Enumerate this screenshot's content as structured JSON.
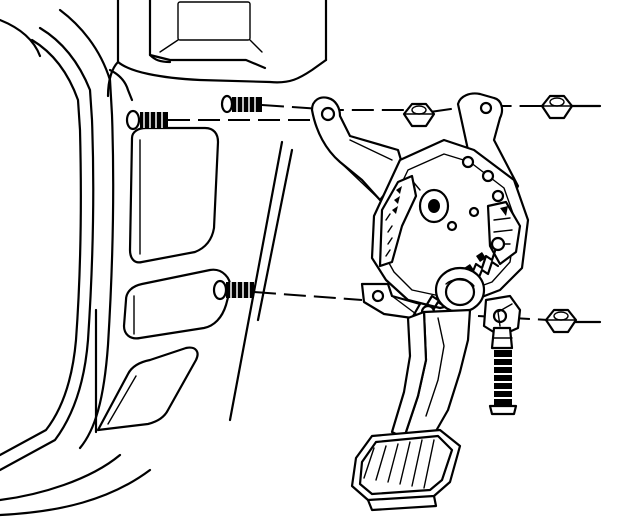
{
  "diagram": {
    "components": [
      "body-panel",
      "stud",
      "pedal-bracket",
      "nut",
      "brake-pedal",
      "pedal-pad",
      "return-spring",
      "ratchet-sector",
      "adjuster-bolt"
    ],
    "stroke_color": "#000000",
    "background_color": "#ffffff"
  }
}
